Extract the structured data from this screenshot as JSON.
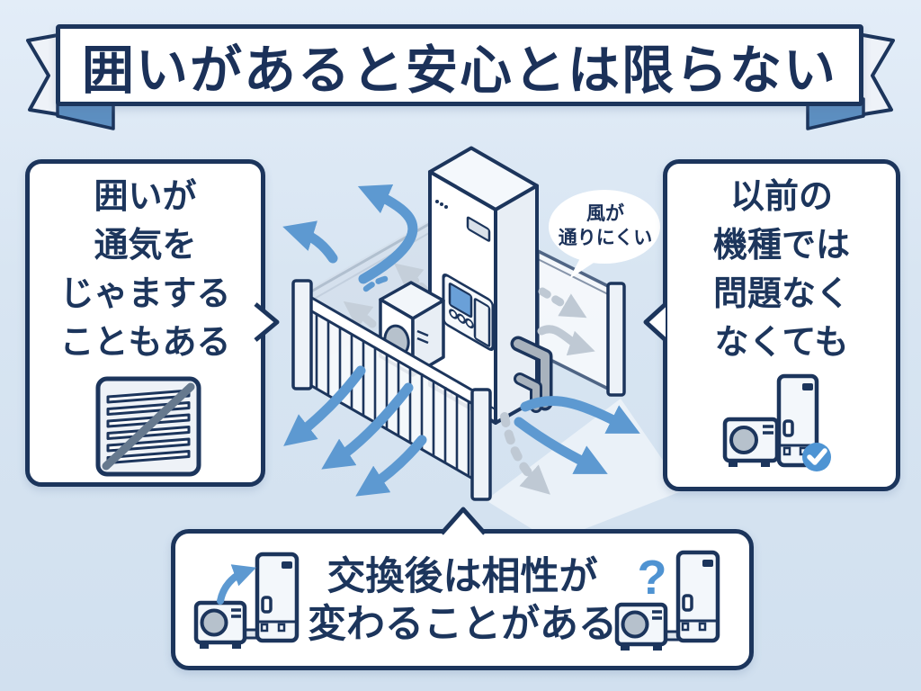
{
  "title": {
    "label": "囲いがあると安心とは限らない"
  },
  "left_callout": {
    "lines": [
      "囲いが",
      "通気を",
      "じゃまする",
      "こともある"
    ]
  },
  "right_callout": {
    "lines": [
      "以前の",
      "機種では",
      "問題なく",
      "なくても"
    ]
  },
  "bottom_callout": {
    "lines": [
      "交換後は相性が",
      "変わることがある"
    ]
  },
  "center_bubble": {
    "lines": [
      "風が",
      "通りにくい"
    ]
  },
  "icons": {
    "question_mark": "?",
    "left": "blocked-vent-icon",
    "right": "heat-pump-and-tank-with-check-icon",
    "bottom_left": "replace-unit-arrow-icon",
    "bottom_right": "compatibility-question-icon"
  },
  "colors": {
    "background_top": "#e3edf8",
    "background_bottom": "#d1e0ef",
    "navy": "#1c355c",
    "arrow_blue": "#5d99d1",
    "gray_arrow": "#bfc9d4",
    "ghost_gray": "#c5cfda",
    "check_blue": "#4e94d3",
    "fold_blue": "#5d8fc1",
    "screen_blue": "#6aa0d8"
  }
}
